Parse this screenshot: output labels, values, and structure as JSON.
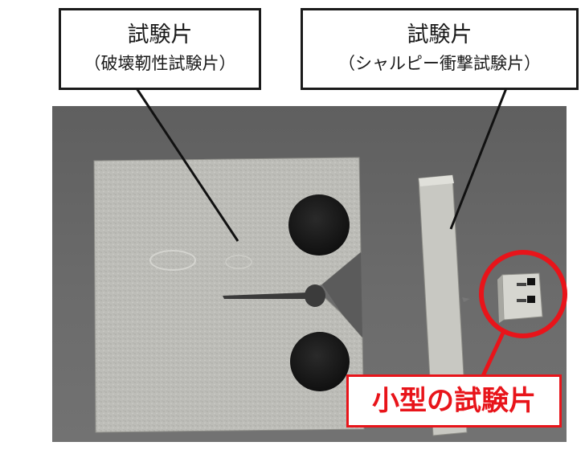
{
  "labels": {
    "left": {
      "title": "試験片",
      "subtitle": "（破壊靭性試験片）"
    },
    "right": {
      "title": "試験片",
      "subtitle": "（シャルピー衝撃試験片）"
    }
  },
  "callout": {
    "text": "小型の試験片"
  },
  "colors": {
    "highlight": "#e8141a",
    "outline": "#1a1a1a"
  }
}
